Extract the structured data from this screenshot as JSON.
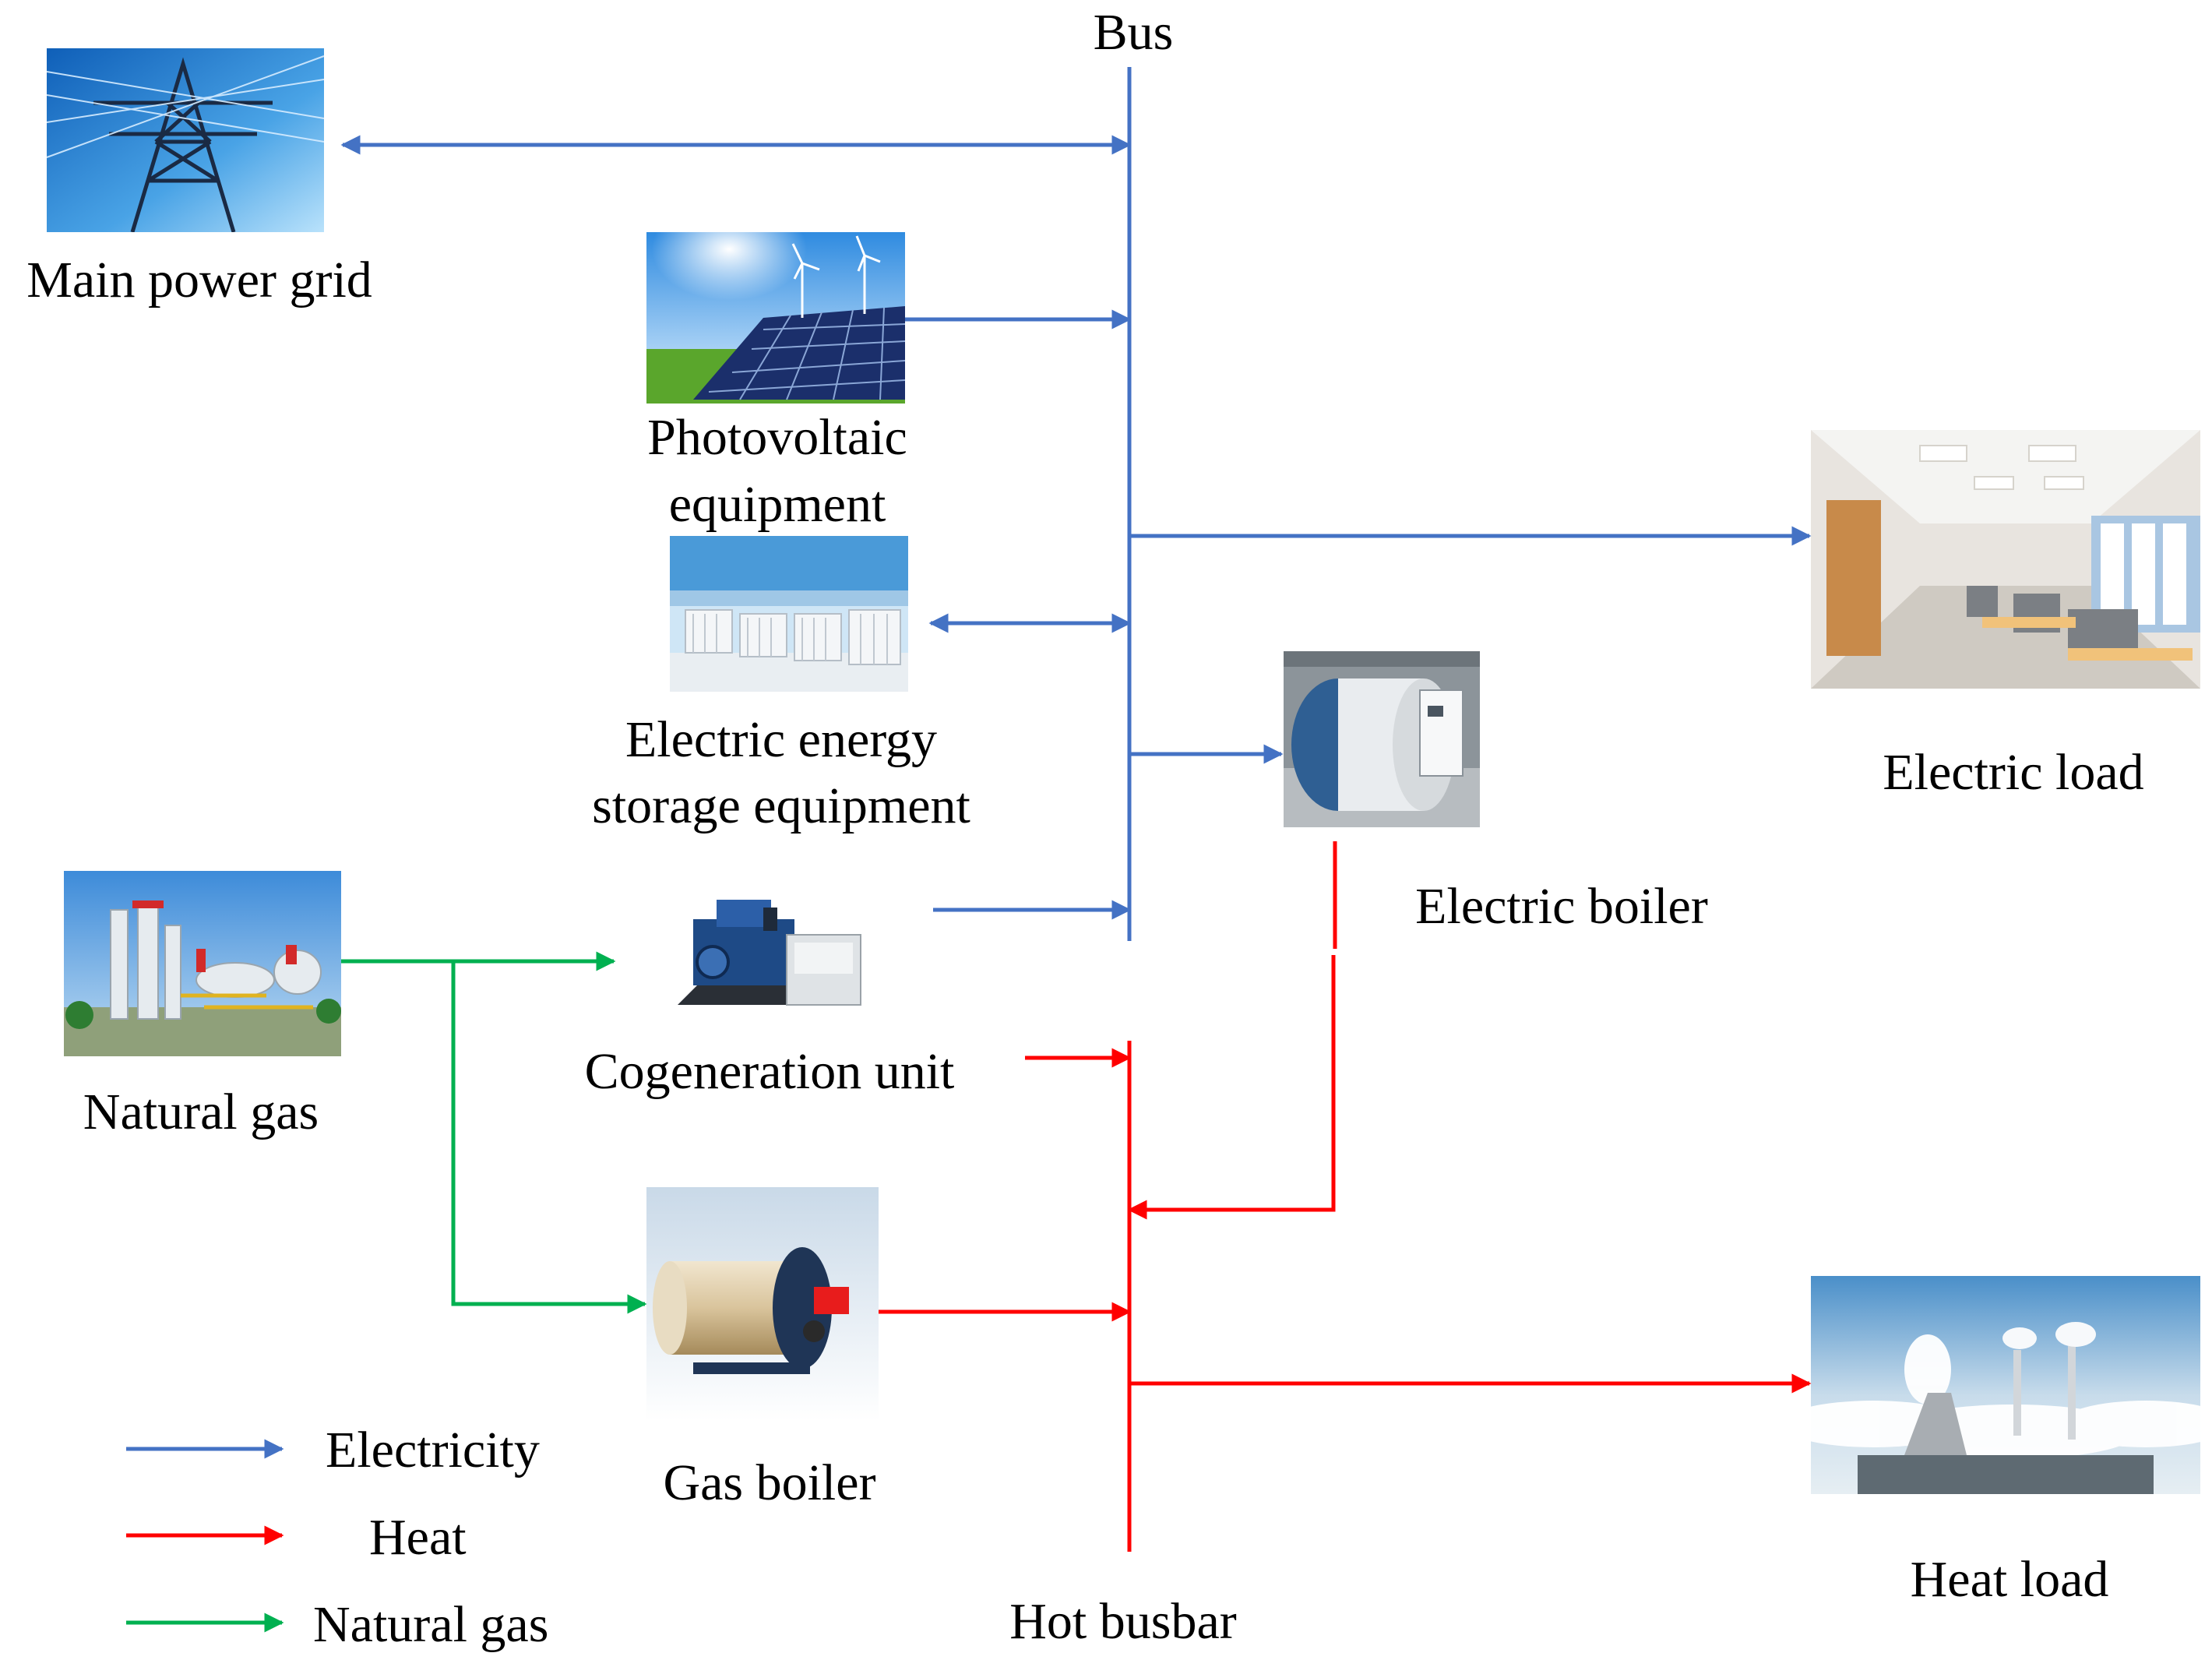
{
  "labels": {
    "bus": "Bus",
    "hot_busbar": "Hot busbar",
    "main_power_grid": "Main power grid",
    "photovoltaic": [
      "Photovoltaic",
      "equipment"
    ],
    "storage": [
      "Electric energy",
      "storage equipment"
    ],
    "natural_gas_source": "Natural gas",
    "cogeneration": "Cogeneration unit",
    "gas_boiler": "Gas boiler",
    "electric_boiler": "Electric boiler",
    "electric_load": "Electric load",
    "heat_load": "Heat load"
  },
  "legend": [
    {
      "label": "Electricity",
      "color": "#4472C4"
    },
    {
      "label": "Heat",
      "color": "#FF0000"
    },
    {
      "label": "Natural gas",
      "color": "#00B050"
    }
  ],
  "colors": {
    "electricity": "#4472C4",
    "heat": "#FF0000",
    "gas": "#00B050"
  },
  "icons": {
    "main_power_grid": "transmission-tower-photo",
    "photovoltaic": "solar-panel-photo",
    "storage": "battery-container-photo",
    "natural_gas_source": "gas-station-photo",
    "cogeneration": "generator-unit-photo",
    "gas_boiler": "gas-boiler-photo",
    "electric_boiler": "electric-boiler-photo",
    "electric_load": "office-interior-photo",
    "heat_load": "power-plant-photo"
  }
}
